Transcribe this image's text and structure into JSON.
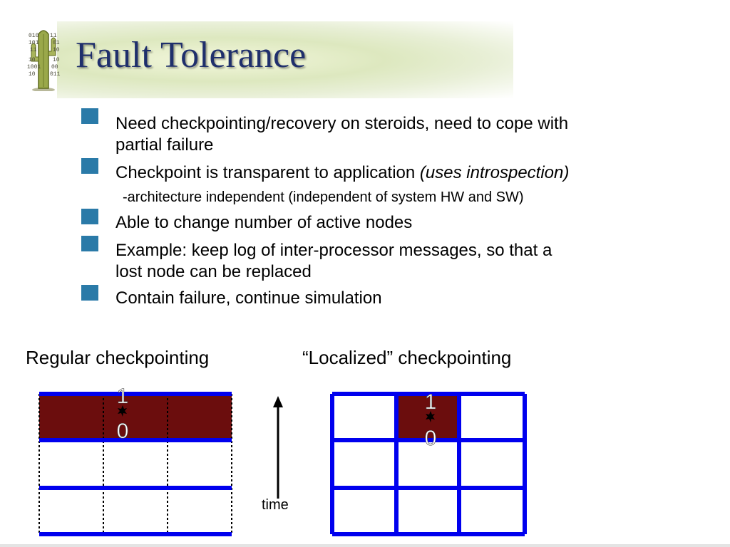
{
  "slide": {
    "title": "Fault Tolerance",
    "logo": {
      "icon": "cactus-binary-logo",
      "digits": [
        "010",
        "11",
        "101",
        "01",
        "11",
        "10",
        "10",
        "10",
        "1001",
        "00",
        "10",
        "011"
      ]
    }
  },
  "bullets": [
    {
      "text": "Need checkpointing/recovery on steroids, need to cope with\npartial failure"
    },
    {
      "text": "Checkpoint is transparent to application ",
      "italic": "(uses introspection)"
    },
    {
      "text": "Able to change number of active nodes"
    },
    {
      "text": "Example: keep log of inter-processor messages, so that a\nlost node can be replaced"
    },
    {
      "text": "Contain failure, continue simulation"
    }
  ],
  "subpoint": "-architecture independent (independent of system HW and SW)",
  "colors": {
    "title": "#1f2f6c",
    "bullet": "#2a7aa8",
    "checkpoint_fill": "#6b0d0d",
    "grid_line": "#0000ee"
  },
  "diagrams": {
    "regular": {
      "caption": "Regular checkpointing",
      "marker_text": [
        "1",
        "0"
      ],
      "rows": 3,
      "columns": 3,
      "checkpointed_rows": [
        1
      ]
    },
    "localized": {
      "caption": "“Localized” checkpointing",
      "marker_text": [
        "1",
        "0"
      ],
      "rows": 3,
      "columns": 3,
      "checkpointed_cell": {
        "row": 1,
        "column": 2
      }
    },
    "time_axis": {
      "label": "time",
      "direction": "up"
    }
  }
}
